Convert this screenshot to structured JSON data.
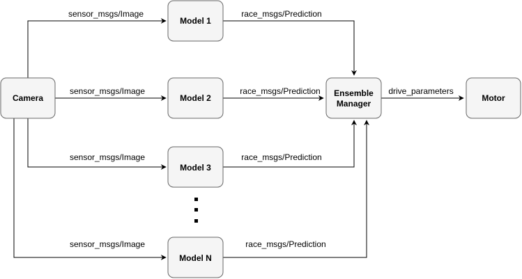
{
  "nodes": {
    "camera": {
      "label": "Camera"
    },
    "model_1": {
      "label": "Model 1"
    },
    "model_2": {
      "label": "Model 2"
    },
    "model_3": {
      "label": "Model 3"
    },
    "model_n": {
      "label": "Model N"
    },
    "ensemble_manager": {
      "label_line1": "Ensemble",
      "label_line2": "Manager"
    },
    "motor": {
      "label": "Motor"
    }
  },
  "edges": {
    "camera_to_model_1": {
      "label": "sensor_msgs/Image"
    },
    "camera_to_model_2": {
      "label": "sensor_msgs/Image"
    },
    "camera_to_model_3": {
      "label": "sensor_msgs/Image"
    },
    "camera_to_model_n": {
      "label": "sensor_msgs/Image"
    },
    "model_1_to_ensemble": {
      "label": "race_msgs/Prediction"
    },
    "model_2_to_ensemble": {
      "label": "race_msgs/Prediction"
    },
    "model_3_to_ensemble": {
      "label": "race_msgs/Prediction"
    },
    "model_n_to_ensemble": {
      "label": "race_msgs/Prediction"
    },
    "ensemble_to_motor": {
      "label": "drive_parameters"
    }
  },
  "colors": {
    "node_fill": "#f5f5f5",
    "node_stroke": "#666666",
    "edge": "#000000"
  }
}
